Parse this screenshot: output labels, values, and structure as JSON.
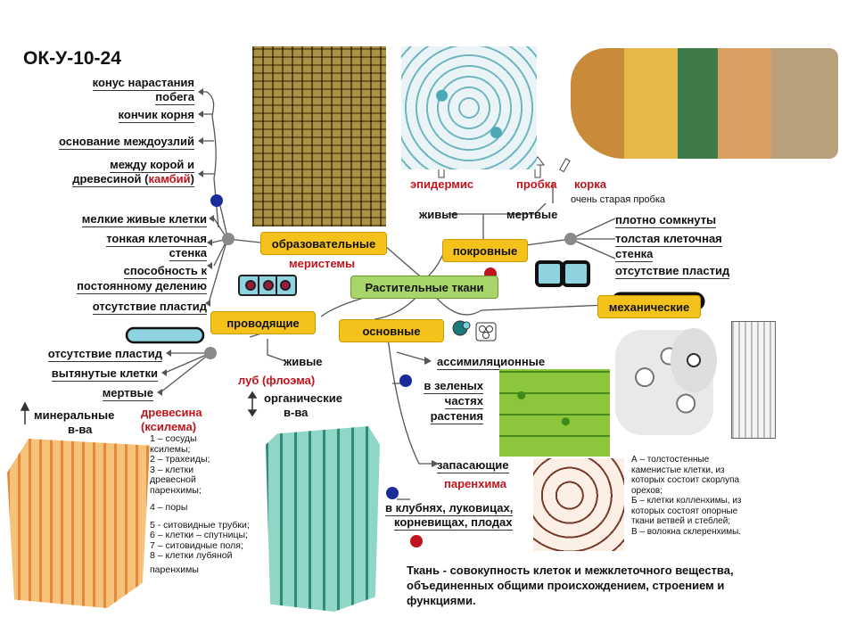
{
  "title": "ОК-У-10-24",
  "meristem": {
    "box": "образовательные",
    "sub": "меристемы",
    "locations": [
      "конус нарастания",
      "побега",
      "кончик корня",
      "основание междоузлий",
      "между корой и",
      "древесиной (",
      "камбий",
      ")"
    ],
    "features": [
      "мелкие живые клетки",
      "тонкая клеточная",
      "стенка",
      "способность к",
      "постоянному делению",
      "отсутствие пластид"
    ]
  },
  "center": "Растительные ткани",
  "cover": {
    "box": "покровные",
    "epidermis": "эпидермис",
    "cork": "пробка",
    "bark": "корка",
    "bark_note": "очень старая пробка",
    "alive": "живые",
    "dead": "мертвые",
    "features": [
      "плотно сомкнуты",
      "толстая клеточная",
      "стенка",
      "отсутствие пластид"
    ]
  },
  "mechanical": {
    "box": "механические",
    "legend": [
      "А – толстостенные",
      "каменистые клетки, из",
      "которых состоит скорлупа",
      "орехов;",
      "Б – клетки колленхимы, из",
      "которых состоят опорные",
      "ткани ветвей и стеблей;",
      "В – волокна склеренхимы."
    ]
  },
  "conductive": {
    "box": "проводящие",
    "features": [
      "отсутствие пластид",
      "вытянутые клетки",
      "мертвые"
    ],
    "alive": "живые",
    "phloem": "луб (флоэма)",
    "organic": [
      "органические",
      "в-ва"
    ],
    "mineral": [
      "минеральные",
      "в-ва"
    ],
    "xylem": [
      "древесина",
      "(ксилема)"
    ],
    "legend": [
      "1 – сосуды",
      "ксилемы;",
      "2 – трахеиды;",
      "3 – клетки",
      "древесной",
      "паренхимы;",
      "4 – поры",
      "5 - ситовидные трубки;",
      "6 – клетки – спутницы;",
      "7 – ситовидные поля;",
      "8 – клетки лубяной",
      "паренхимы"
    ]
  },
  "basic": {
    "box": "основные",
    "assim": "ассимиляционные",
    "assim_where": [
      "в зеленых",
      "частях",
      "растения"
    ],
    "storage": "запасающие",
    "parenchyma": "паренхима",
    "storage_where": [
      "в клубнях, луковицах,",
      "корневищах, плодах"
    ]
  },
  "definition": [
    "Ткань - совокупность клеток и межклеточного вещества,",
    "объединенных общими происхождением, строением и",
    "функциями."
  ],
  "colors": {
    "accent_red": "#c0141c",
    "box_yellow": "#f4c21a",
    "box_green": "#a8d66a",
    "dot_blue": "#1a2c9a",
    "dot_gray": "#8a8a8a"
  }
}
